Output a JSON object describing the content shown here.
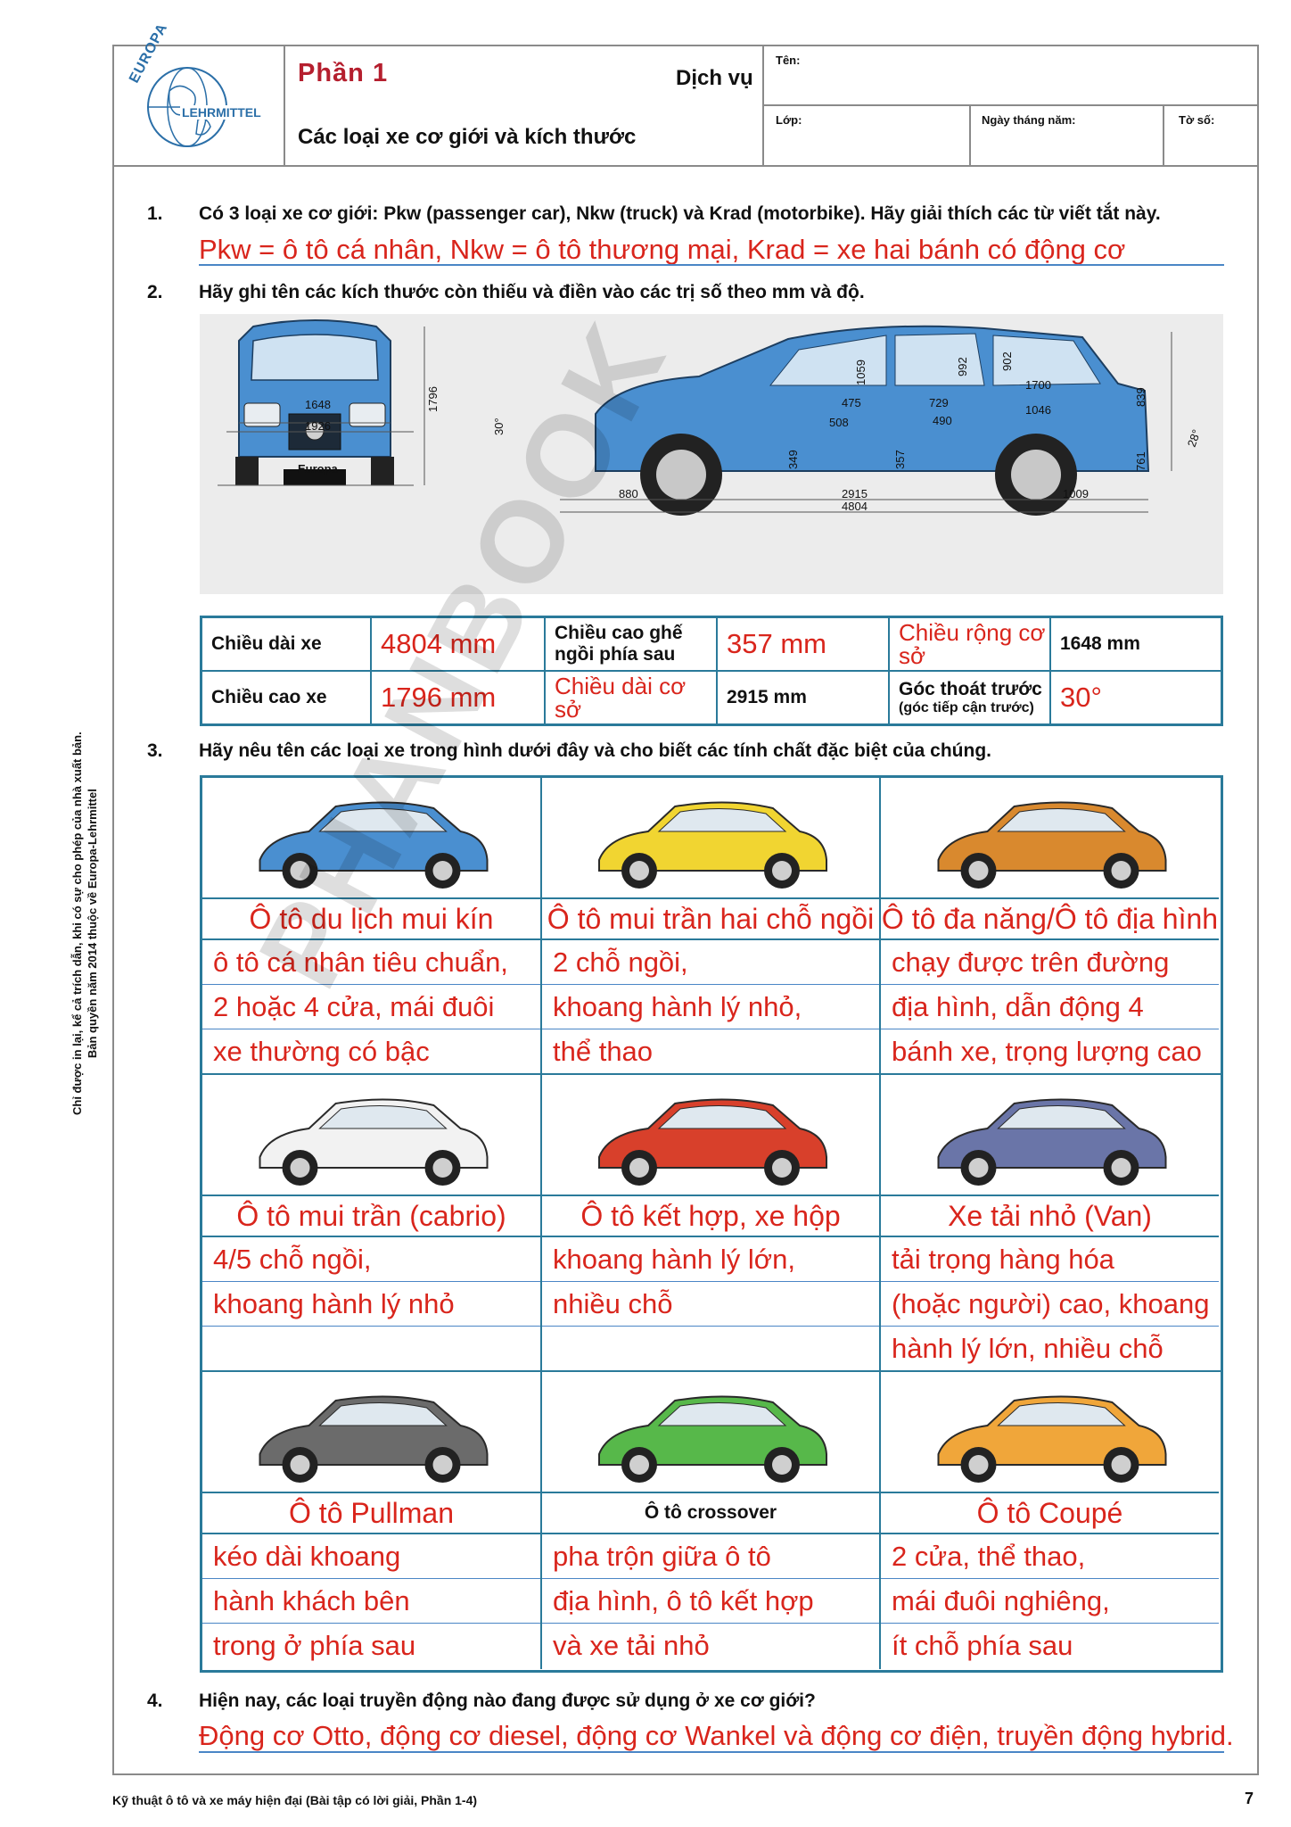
{
  "header": {
    "logo_line1": "EUROPA",
    "logo_line2": "LEHRMITTEL",
    "part_label": "Phần 1",
    "service_label": "Dịch vụ",
    "subtitle": "Các loại xe cơ giới và kích thước",
    "name_label": "Tên:",
    "class_label": "Lớp:",
    "date_label": "Ngày tháng năm:",
    "sheet_label": "Tờ số:"
  },
  "q1": {
    "num": "1.",
    "question": "Có 3 loại xe cơ giới: Pkw (passenger car), Nkw (truck) và Krad (motorbike). Hãy giải thích các từ viết tắt này.",
    "answer": "Pkw = ô tô cá nhân, Nkw = ô tô thương mại, Krad = xe hai bánh có động cơ"
  },
  "q2": {
    "num": "2.",
    "question": "Hãy ghi tên các kích thước còn thiếu và điền vào các trị số theo mm và độ.",
    "front_badge": "Europa",
    "dims": {
      "height": "1796",
      "track": "1648",
      "width": "1926",
      "angle_front": "30°",
      "angle_rear": "28°",
      "overhang_front": "880",
      "wheelbase": "2915",
      "overhang_rear": "1009",
      "length": "4804",
      "d1059": "1059",
      "d992": "992",
      "d902": "902",
      "d1700": "1700",
      "d475": "475",
      "d729": "729",
      "d1046": "1046",
      "d508": "508",
      "d490": "490",
      "d839": "839",
      "d349": "349",
      "d357": "357",
      "d761": "761"
    },
    "table": [
      {
        "label": "Chiều dài xe",
        "value": "4804 mm",
        "label2": "Chiều cao ghế ngồi phía sau",
        "value2": "357 mm",
        "label3": "Chiều rộng cơ sở",
        "value3": "1648 mm"
      },
      {
        "label": "Chiều cao xe",
        "value": "1796 mm",
        "label2": "Chiều dài cơ sở",
        "value2": "2915 mm",
        "label3": "Góc thoát trước",
        "label3_sub": "(góc tiếp cận trước)",
        "value3": "30°"
      }
    ]
  },
  "q3": {
    "num": "3.",
    "question": "Hãy nêu tên các loại xe trong hình dưới đây và cho biết các tính chất đặc biệt của chúng.",
    "cars": [
      {
        "name": "Ô tô du lịch mui kín",
        "desc": [
          "ô tô cá nhân tiêu chuẩn,",
          "2 hoặc 4 cửa, mái đuôi",
          "xe thường có bậc"
        ],
        "color": "#4a8fd0"
      },
      {
        "name": "Ô tô mui trần hai chỗ ngồi",
        "desc": [
          "2 chỗ ngồi,",
          "khoang hành lý nhỏ,",
          "thể thao"
        ],
        "color": "#f1d531"
      },
      {
        "name": "Ô tô đa năng/Ô tô địa hình",
        "desc": [
          "chạy được trên đường",
          "địa hình, dẫn động 4",
          "bánh xe, trọng lượng cao"
        ],
        "color": "#d9892e"
      },
      {
        "name": "Ô tô mui trần (cabrio)",
        "desc": [
          "4/5 chỗ ngồi,",
          "khoang hành lý nhỏ"
        ],
        "color": "#f2f2f2"
      },
      {
        "name": "Ô tô kết hợp, xe hộp",
        "desc": [
          "khoang hành lý lớn,",
          "nhiều chỗ"
        ],
        "color": "#d8402b"
      },
      {
        "name": "Xe tải nhỏ (Van)",
        "desc": [
          "tải trọng hàng hóa",
          "(hoặc người) cao, khoang",
          "hành lý lớn, nhiều chỗ"
        ],
        "color": "#6a75a8"
      },
      {
        "name": "Ô tô Pullman",
        "desc": [
          "kéo dài khoang",
          "hành khách bên",
          "trong ở phía sau"
        ],
        "color": "#6b6b6b"
      },
      {
        "name": "Ô tô crossover",
        "desc": [
          "pha trộn giữa ô tô",
          "địa hình, ô tô kết hợp",
          "và xe tải nhỏ"
        ],
        "color": "#57b84a"
      },
      {
        "name": "Ô tô Coupé",
        "desc": [
          "2 cửa, thể thao,",
          "mái đuôi nghiêng,",
          "ít chỗ phía sau"
        ],
        "color": "#f0a63a"
      }
    ]
  },
  "q4": {
    "num": "4.",
    "question": "Hiện nay, các loại truyền động nào đang được sử dụng ở xe cơ giới?",
    "answer": "Động cơ Otto, động cơ diesel, động cơ Wankel và động cơ điện, truyền động hybrid."
  },
  "side_note": {
    "line1": "Chỉ được in lại, kể cả trích dẫn, khi có sự cho phép của nhà xuất bản.",
    "line2": "Bản quyền năm 2014 thuộc về Europa-Lehrmittel"
  },
  "watermark": "PHANBOOK",
  "footer": {
    "title": "Kỹ thuật ô tô và xe máy hiện đại (Bài tập có lời giải, Phần 1-4)",
    "page": "7"
  }
}
